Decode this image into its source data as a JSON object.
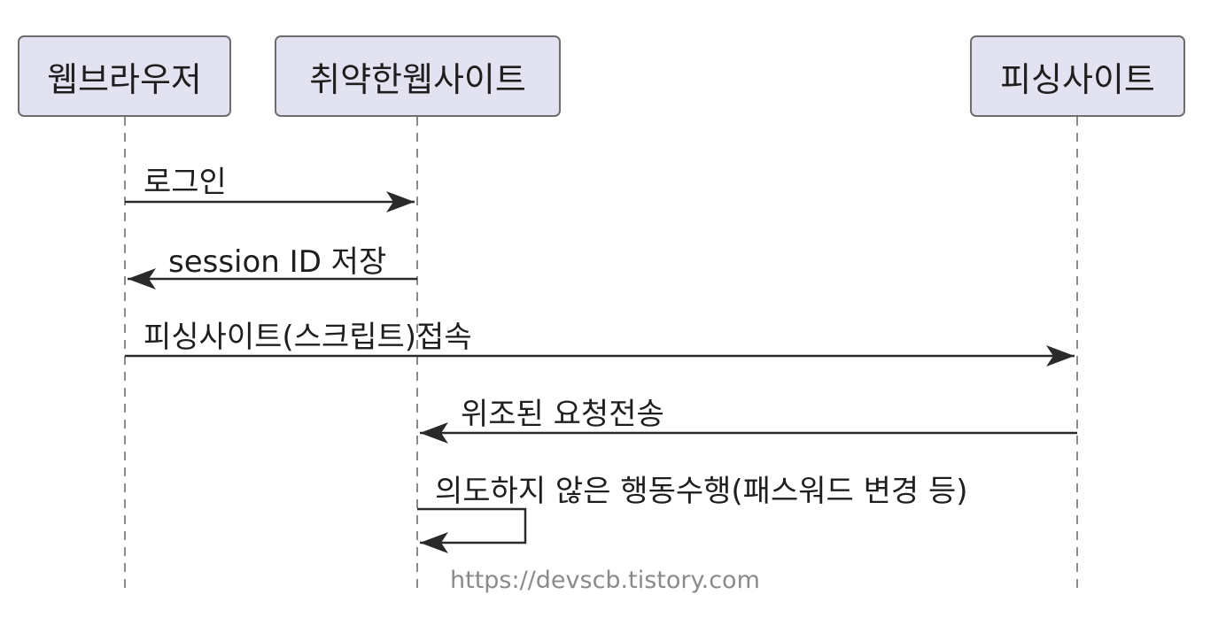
{
  "participants": {
    "browser": "웹브라우저",
    "vulnerable_site": "취약한웹사이트",
    "phishing_site": "피싱사이트"
  },
  "messages": [
    {
      "from": "browser",
      "to": "vulnerable_site",
      "label": "로그인"
    },
    {
      "from": "vulnerable_site",
      "to": "browser",
      "label": "session ID 저장"
    },
    {
      "from": "browser",
      "to": "phishing_site",
      "label": "피싱사이트(스크립트)접속"
    },
    {
      "from": "phishing_site",
      "to": "vulnerable_site",
      "label": "위조된 요청전송"
    },
    {
      "from": "vulnerable_site",
      "to": "vulnerable_site",
      "label": "의도하지 않은 행동수행(패스워드 변경 등)"
    }
  ],
  "watermark": "https://devscb.tistory.com",
  "colors": {
    "participant_fill": "#e2e2f0",
    "participant_border": "#6d6d6d",
    "lifeline": "#8a8a8a",
    "arrow": "#2a2a2a"
  }
}
